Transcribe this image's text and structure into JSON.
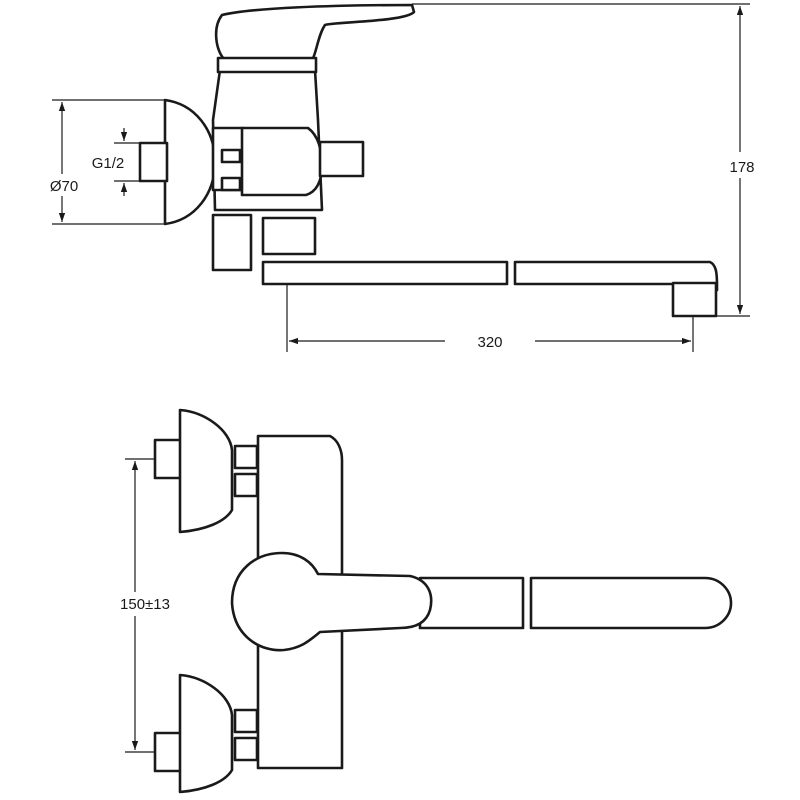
{
  "colors": {
    "line": "#1a1a1a",
    "background": "#ffffff"
  },
  "side_view": {
    "dimensions": {
      "thread": "G1/2",
      "diameter": "Ø70",
      "height": "178",
      "spout_reach": "320"
    }
  },
  "front_view": {
    "dimensions": {
      "inlet_spacing": "150±13"
    }
  }
}
